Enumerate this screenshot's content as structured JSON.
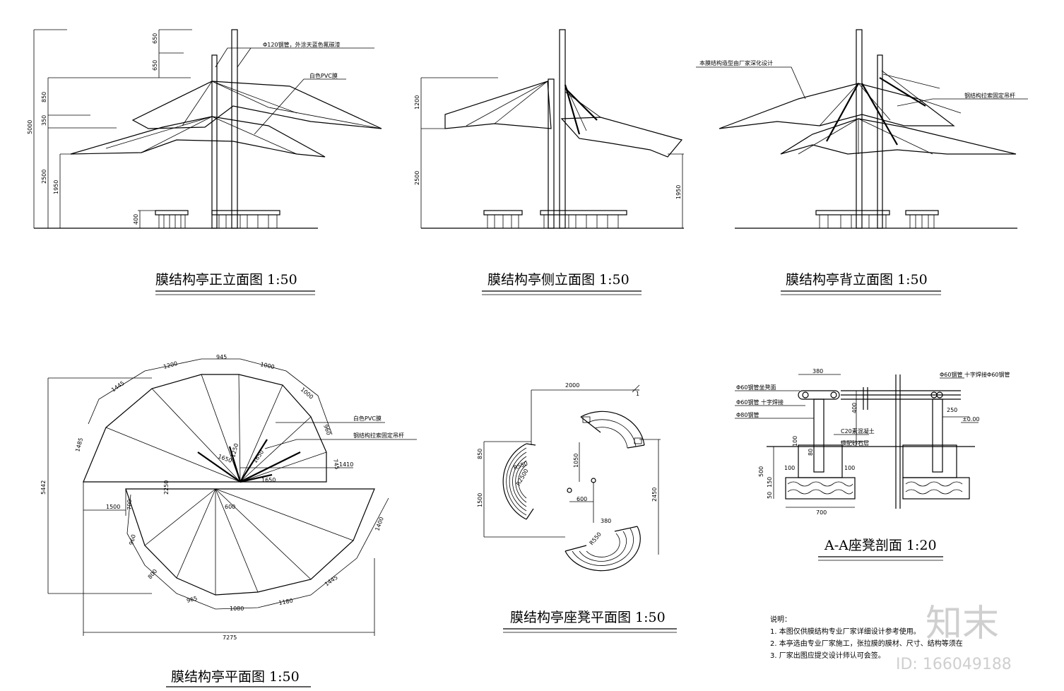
{
  "views": {
    "front": {
      "title": "膜结构亭正立面图   1:50",
      "note_pole": "Φ120钢管，外涂天蓝色氟碳漆",
      "note_membrane": "白色PVC膜",
      "dims": [
        "650",
        "650",
        "850",
        "350",
        "2500",
        "1950",
        "5000",
        "400"
      ]
    },
    "side": {
      "title": "膜结构亭侧立面图   1:50",
      "dims": [
        "1200",
        "2500",
        "1950"
      ]
    },
    "back": {
      "title": "膜结构亭背立面图   1:50",
      "note_left": "本膜结构造型由厂家深化设计",
      "note_right": "钢结构拉索固定吊杆"
    },
    "plan": {
      "title": "膜结构亭平面图   1:50",
      "note_a": "白色PVC膜",
      "note_b": "钢结构拉索固定吊杆",
      "dims_top": [
        "1445",
        "1200",
        "945",
        "1000",
        "1000",
        "960",
        "745",
        "1485"
      ],
      "dims_bottom": [
        "700",
        "960",
        "800",
        "965",
        "1080",
        "1180",
        "1445",
        "1400"
      ],
      "dims_misc": [
        "1410",
        "1500",
        "2250",
        "600",
        "1650",
        "1250",
        "1650",
        "1650"
      ],
      "overall_h": "5442",
      "overall_w": "7275"
    },
    "seat_plan": {
      "title": "膜结构亭座凳平面图   1:50",
      "dims": [
        "2000",
        "850",
        "1500",
        "1050",
        "600",
        "2450",
        "380",
        "R550",
        "R2500",
        "R550",
        "1"
      ]
    },
    "section": {
      "title": "A-A座凳剖面   1:20",
      "dims": [
        "380",
        "400",
        "250",
        "100",
        "100",
        "100",
        "500",
        "150",
        "50",
        "80",
        "700"
      ],
      "labels": [
        "Φ60钢管坐凳面",
        "Φ60钢管 十字焊接",
        "Φ80钢管",
        "C20素混凝土",
        "级配砂石层",
        "±0.00",
        "Φ60钢管 十字焊接Φ60钢管"
      ]
    }
  },
  "notes": {
    "heading": "说明：",
    "items": [
      "1. 本图仅供膜结构专业厂家详细设计参考使用。",
      "2. 本亭选由专业厂家施工，张拉膜的膜材、尺寸、结构等须在",
      "3. 厂家出图应提交设计师认可会签。"
    ]
  },
  "watermark": {
    "brand": "知末",
    "id": "ID: 166049188"
  }
}
